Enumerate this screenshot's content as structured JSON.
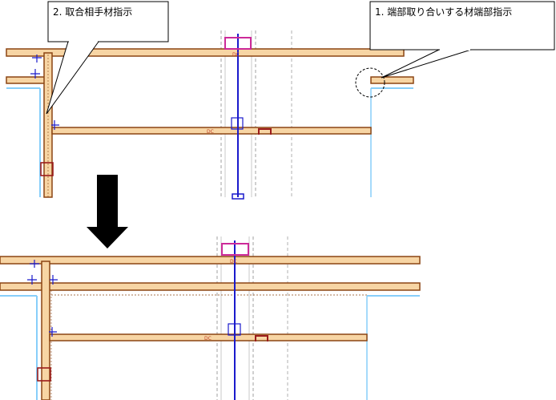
{
  "callouts": {
    "instruction_1": "1. 端部取り合いする材端部指示",
    "instruction_2": "2. 取合相手材指示"
  },
  "beam_markers": {
    "top_upper": "DC",
    "mid_upper": "DC",
    "top_lower": "DC",
    "mid_lower": "DC"
  },
  "colors": {
    "beam_fill": "#f7d5a4",
    "beam_edge": "#8b4513",
    "wall_line": "#87cefa",
    "blue_mark": "#1a1acc",
    "dark_red": "#9b1b1b",
    "magenta": "#cc2a99",
    "gray_dash": "#a0a0a0"
  }
}
